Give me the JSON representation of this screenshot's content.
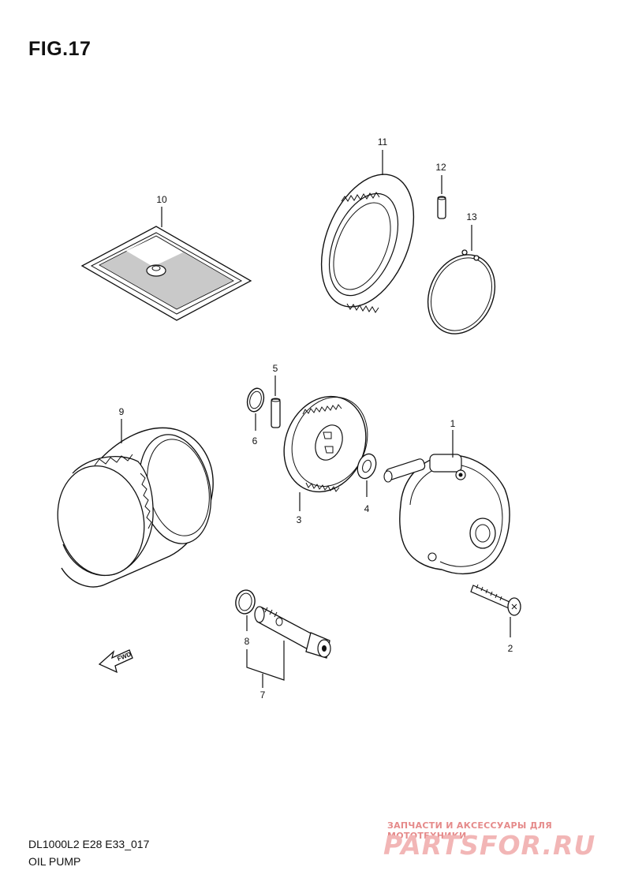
{
  "figure": {
    "title": "FIG.17",
    "model_code": "DL1000L2 E28 E33_017",
    "section_name": "OIL PUMP"
  },
  "callouts": [
    {
      "id": "1",
      "part": "oil-pump-body"
    },
    {
      "id": "2",
      "part": "screw"
    },
    {
      "id": "3",
      "part": "driven-gear"
    },
    {
      "id": "4",
      "part": "washer"
    },
    {
      "id": "5",
      "part": "pin"
    },
    {
      "id": "6",
      "part": "circlip"
    },
    {
      "id": "7",
      "part": "union-bolt"
    },
    {
      "id": "8",
      "part": "o-ring"
    },
    {
      "id": "9",
      "part": "oil-filter"
    },
    {
      "id": "10",
      "part": "oil-strainer"
    },
    {
      "id": "11",
      "part": "drive-gear"
    },
    {
      "id": "12",
      "part": "pin"
    },
    {
      "id": "13",
      "part": "circlip"
    }
  ],
  "fwd_arrow": {
    "label": "FWD"
  },
  "watermark": {
    "line1": "ЗАПЧАСТИ И АКСЕССУАРЫ ДЛЯ МОТОТЕХНИКИ",
    "line2": "PARTSFOR.RU"
  }
}
